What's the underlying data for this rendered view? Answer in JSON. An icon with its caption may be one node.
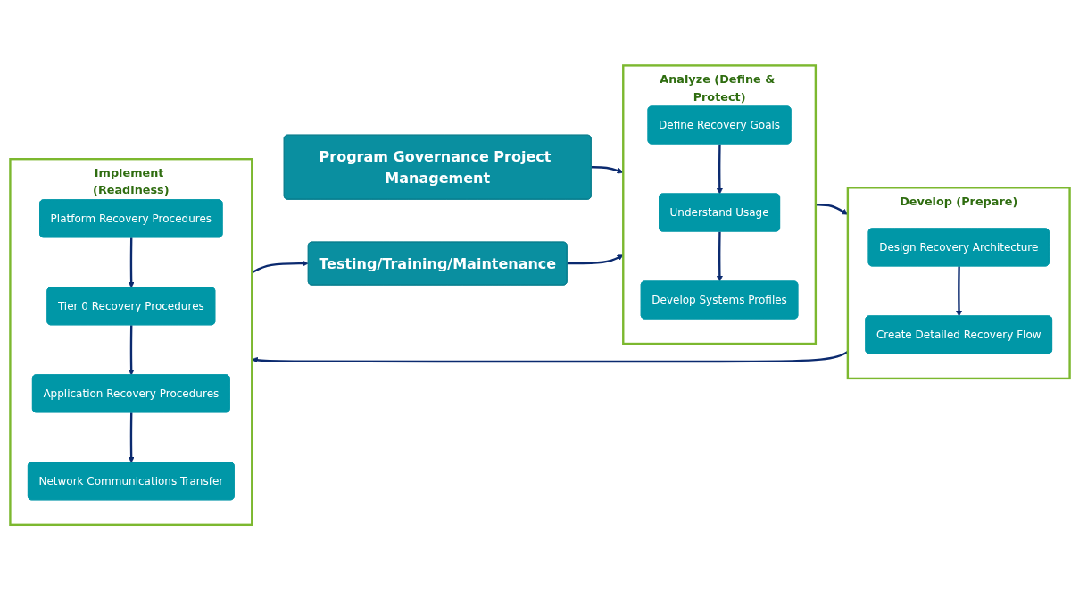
{
  "diagram": {
    "nodes": [
      {
        "text": [
          "Program Governance Project Management"
        ]
      },
      {
        "text": [
          "Analyze (Define & Protect)"
        ]
      },
      {
        "text": [
          "Define Recovery Goals"
        ],
        "in": 1
      },
      {
        "text": [
          "Understand Usage"
        ],
        "in": 1
      },
      {
        "text": [
          "Develop Systems Profiles"
        ],
        "in": 1
      },
      {
        "text": [
          "Develop (Prepare)"
        ]
      },
      {
        "text": [
          "Design Recovery Architecture"
        ],
        "in": 5
      },
      {
        "text": [
          "Create Detailed Recovery Flow"
        ],
        "in": 5
      },
      {
        "text": [
          "Implement (Readiness)"
        ]
      },
      {
        "text": [
          "Platform Recovery Procedures"
        ],
        "in": 8
      },
      {
        "text": [
          "Tier 0 Recovery Procedures"
        ],
        "in": 8
      },
      {
        "text": [
          "Application Recovery Procedures"
        ],
        "in": 8
      },
      {
        "text": [
          "Network Communications Transfer"
        ],
        "in": 8
      },
      {
        "text": [
          "Testing/Training/Maintenance"
        ]
      }
    ],
    "edges": [
      {
        "from": 0,
        "to": 1,
        "arrow": "to"
      },
      {
        "from": 13,
        "to": 1,
        "arrow": "to"
      },
      {
        "from": 2,
        "to": 3,
        "arrow": "to"
      },
      {
        "from": 3,
        "to": 4,
        "arrow": "to"
      },
      {
        "from": 1,
        "to": 5,
        "arrow": "to"
      },
      {
        "from": 6,
        "to": 7,
        "arrow": "to"
      },
      {
        "from": 5,
        "to": 8,
        "arrow": "to"
      },
      {
        "from": 9,
        "to": 10,
        "arrow": "to"
      },
      {
        "from": 10,
        "to": 11,
        "arrow": "to"
      },
      {
        "from": 11,
        "to": 12,
        "arrow": "to"
      },
      {
        "from": 8,
        "to": 13,
        "arrow": "to"
      }
    ]
  }
}
